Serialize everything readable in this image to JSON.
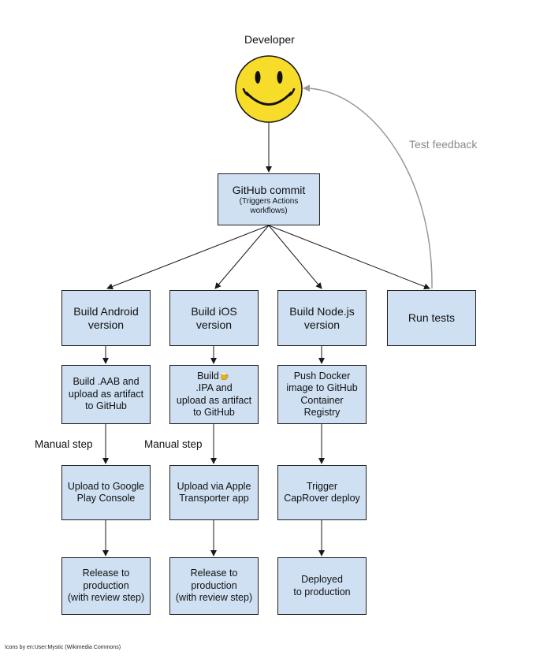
{
  "developer": {
    "label": "Developer",
    "icon": "smiley-face-icon",
    "face_color": "#f7dc2a"
  },
  "feedback_label": "Test feedback",
  "commit": {
    "title": "GitHub commit",
    "subtitle": "(Triggers Actions\nworkflows)"
  },
  "columns": {
    "android": {
      "build": "Build Android\nversion",
      "artifact": "Build .AAB and\nupload as artifact\nto GitHub",
      "manual": "Manual step",
      "upload": "Upload to Google\nPlay Console",
      "release": "Release to\nproduction\n(with review step)"
    },
    "ios": {
      "build": "Build iOS\nversion",
      "artifact_pre": "Build",
      "artifact_icon": "beer-mug-icon",
      "artifact_post": ".IPA and\nupload as artifact\nto GitHub",
      "manual": "Manual step",
      "upload": "Upload via Apple\nTransporter app",
      "release": "Release to\nproduction\n(with review step)"
    },
    "node": {
      "build": "Build Node.js\nversion",
      "push": "Push Docker\nimage to GitHub\nContainer\nRegistry",
      "trigger": "Trigger\nCapRover deploy",
      "deployed": "Deployed\nto production"
    },
    "tests": {
      "label": "Run tests"
    }
  },
  "credit": "Icons by en:User:Mystic (Wikimedia Commons)",
  "colors": {
    "box_fill": "#cfe0f3",
    "box_border": "#1f1f1f",
    "feedback_arrow": "#999999",
    "feedback_text": "#8a8a8a"
  }
}
